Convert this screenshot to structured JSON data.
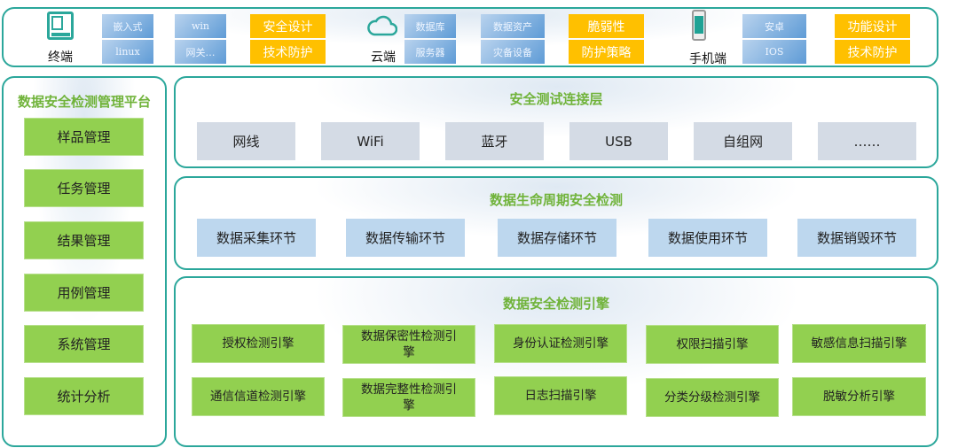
{
  "top": {
    "terminal": {
      "label": "终端",
      "blue": [
        "嵌入式",
        "linux",
        "win",
        "网关…"
      ],
      "yellow": [
        "安全设计",
        "技术防护"
      ]
    },
    "cloud": {
      "label": "云端",
      "blue": [
        "数据库",
        "服务器",
        "数据资产",
        "灾备设备"
      ],
      "yellow": [
        "脆弱性",
        "防护策略"
      ]
    },
    "mobile": {
      "label": "手机端",
      "blue": [
        "安卓",
        "IOS"
      ],
      "yellow": [
        "功能设计",
        "技术防护"
      ]
    }
  },
  "platform": {
    "title": "数据安全检测管理平台",
    "items": [
      "样品管理",
      "任务管理",
      "结果管理",
      "用例管理",
      "系统管理",
      "统计分析"
    ]
  },
  "connection": {
    "title": "安全测试连接层",
    "items": [
      "网线",
      "WiFi",
      "蓝牙",
      "USB",
      "自组网",
      "……"
    ]
  },
  "lifecycle": {
    "title": "数据生命周期安全检测",
    "items": [
      "数据采集环节",
      "数据传输环节",
      "数据存储环节",
      "数据使用环节",
      "数据销毁环节"
    ]
  },
  "engine": {
    "title": "数据安全检测引擎",
    "items": [
      "授权检测引擎",
      "数据保密性检测引擎",
      "身份认证检测引擎",
      "权限扫描引擎",
      "敏感信息扫描引擎",
      "通信信道检测引擎",
      "数据完整性检测引擎",
      "日志扫描引擎",
      "分类分级检测引擎",
      "脱敏分析引擎"
    ]
  },
  "colors": {
    "border": "#2ba79b",
    "green": "#92d050",
    "title": "#70b33a",
    "yellow": "#ffc000"
  }
}
